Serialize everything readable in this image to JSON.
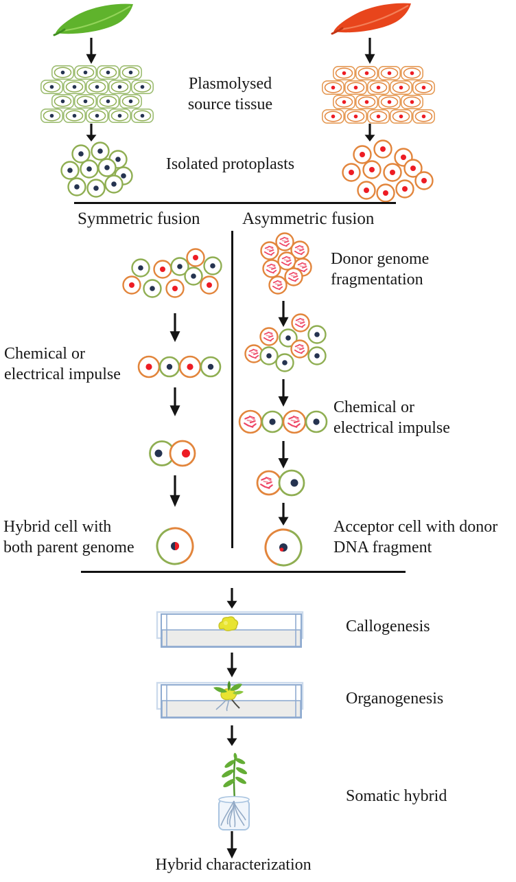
{
  "colors": {
    "ink": "#141414",
    "green_leaf": "#5fb32c",
    "green_leaf_highlight": "#9ed963",
    "green_leaf_stem": "#3f8f1f",
    "red_leaf": "#e8451c",
    "red_leaf_highlight": "#f58a63",
    "tissue_green": "#9dbd72",
    "green_cell": "#8fae52",
    "navy": "#253350",
    "tissue_orange": "#e59a55",
    "orange_cell": "#e2853c",
    "red": "#ed1c24",
    "pink": "#f59aa8",
    "pink_deep": "#ee4666",
    "dish_border": "#8fabd0",
    "dish_light": "#ccdaec",
    "agar": "#ececea",
    "callus": "#e8e431",
    "callus_edge": "#c8c426",
    "plant": "#64ad35",
    "plant_dark": "#4c9428",
    "root": "#93aac6",
    "vessel": "#a9c4e0",
    "vessel_fill": "#eef4fb"
  },
  "source_stage": {
    "plasmolysed_label": "Plasmolysed\nsource tissue",
    "isolated_label": "Isolated protoplasts"
  },
  "fusion_stage": {
    "symmetric_title": "Symmetric fusion",
    "asymmetric_title": "Asymmetric fusion",
    "donor_fragmentation_label": "Donor genome\nfragmentation",
    "symmetric_impulse_label": "Chemical or\nelectrical impulse",
    "asymmetric_impulse_label": "Chemical or\nelectrical impulse",
    "symmetric_result_label": "Hybrid cell with\nboth parent genome",
    "asymmetric_result_label": "Acceptor cell with donor\nDNA fragment"
  },
  "regeneration_stage": {
    "callogenesis_label": "Callogenesis",
    "organogenesis_label": "Organogenesis",
    "somatic_hybrid_label": "Somatic hybrid",
    "characterization_label": "Hybrid characterization"
  }
}
